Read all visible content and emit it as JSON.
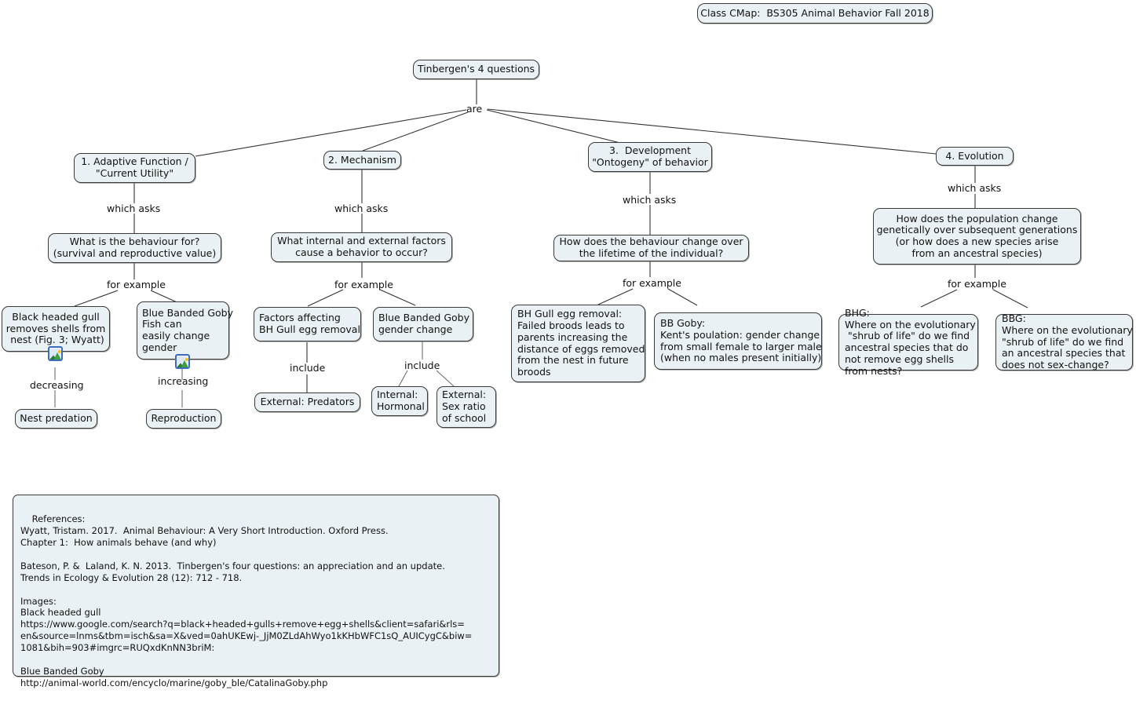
{
  "document": {
    "type": "concept-map",
    "title_box": "Class CMap:  BS305 Animal Behavior Fall 2018"
  },
  "nodes": {
    "root": "Tinbergen's 4 questions",
    "q1": "1. Adaptive Function /\n\"Current Utility\"",
    "q2": "2. Mechanism",
    "q3": "3.  Development\n\"Ontogeny\" of behavior",
    "q4": "4. Evolution",
    "q1_ask": "What is the behaviour for?\n(survival and reproductive value)",
    "q2_ask": "What internal and external factors\ncause a behavior to occur?",
    "q3_ask": "How does the behaviour change over\nthe lifetime of the individual?",
    "q4_ask": "How does the population change\ngenetically over subsequent generations\n(or how does a new species arise\nfrom an ancestral species)",
    "q1_ex1": "Black headed gull\nremoves shells from\n nest (Fig. 3; Wyatt)",
    "q1_ex2": "Blue Banded Goby\nFish can\neasily change\ngender",
    "q1_ex1_child": "Nest predation",
    "q1_ex2_child": "Reproduction",
    "q2_ex1": "Factors affecting\nBH Gull egg removal",
    "q2_ex2": "Blue Banded Goby\ngender change",
    "q2_ex1_child": "External: Predators",
    "q2_ex2_child1": "Internal:\nHormonal",
    "q2_ex2_child2": "External:\nSex ratio\nof school",
    "q3_ex1": "BH Gull egg removal:\nFailed broods leads to\nparents increasing the\ndistance of eggs removed\nfrom the nest in future\nbroods",
    "q3_ex2": "BB Goby:\nKent's poulation: gender change\nfrom small female to larger male\n(when no males present initially)",
    "q4_ex1": "BHG:\nWhere on the evolutionary\n \"shrub of life\" do we find\nancestral species that do\nnot remove egg shells\nfrom nests?",
    "q4_ex2": "BBG:\nWhere on the evolutionary\n\"shrub of life\" do we find\nan ancestral species that\ndoes not sex-change?"
  },
  "link_labels": {
    "are": "are",
    "which_asks_1": "which asks",
    "which_asks_2": "which asks",
    "which_asks_3": "which asks",
    "which_asks_4": "which asks",
    "for_example_1": "for example",
    "for_example_2": "for example",
    "for_example_3": "for example",
    "for_example_4": "for example",
    "decreasing": "decreasing",
    "increasing": "increasing",
    "include_1": "include",
    "include_2": "include"
  },
  "references": {
    "text": "References:\nWyatt, Tristam. 2017.  Animal Behaviour: A Very Short Introduction. Oxford Press.\nChapter 1:  How animals behave (and why)\n\nBateson, P. &  Laland, K. N. 2013.  Tinbergen's four questions: an appreciation and an update.\nTrends in Ecology & Evolution 28 (12): 712 - 718.\n\nImages:\nBlack headed gull\nhttps://www.google.com/search?q=black+headed+gulls+remove+egg+shells&client=safari&rls=\nen&source=lnms&tbm=isch&sa=X&ved=0ahUKEwj-_JjM0ZLdAhWyo1kKHbWFC1sQ_AUICygC&biw=\n1081&bih=903#imgrc=RUQxdKnNN3briM:\n\nBlue Banded Goby\nhttp://animal-world.com/encyclo/marine/goby_ble/CatalinaGoby.php"
  },
  "icons": {
    "image_badge_1": "image-icon",
    "image_badge_2": "image-icon"
  },
  "colors": {
    "node_fill": "#eaf1f4",
    "node_border": "#3a3a3a",
    "link_line": "#333333",
    "page_background": "#ffffff",
    "text": "#111111"
  }
}
